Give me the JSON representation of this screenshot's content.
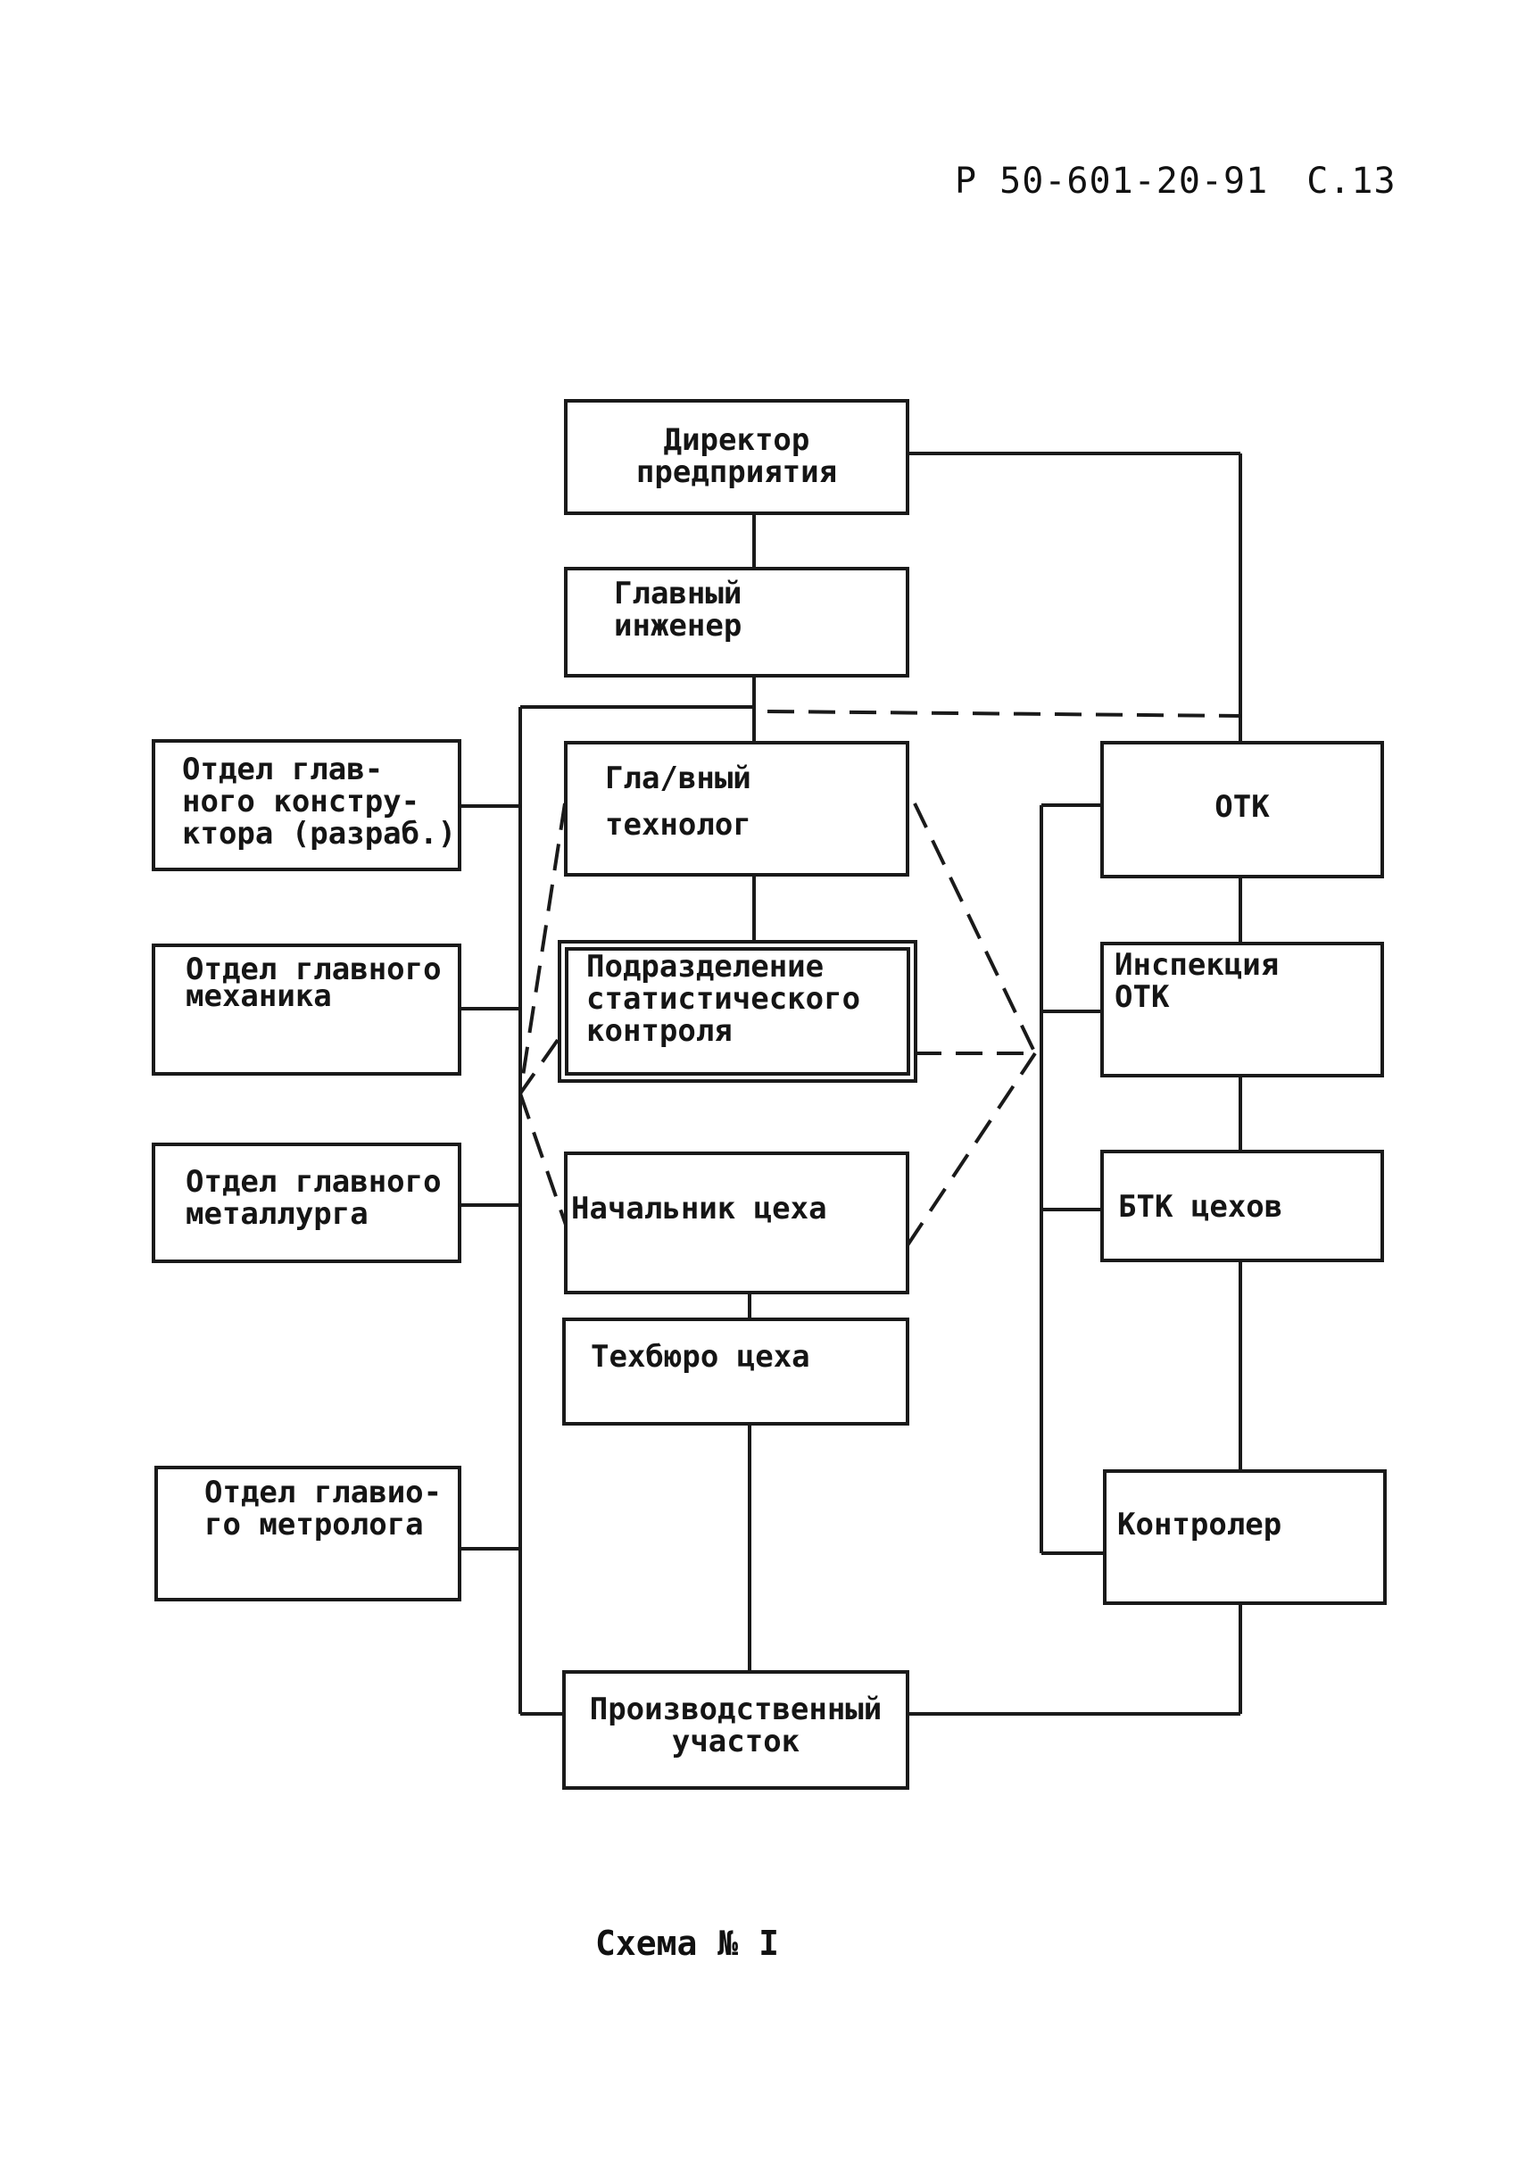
{
  "header": {
    "doc_id": "Р 50-601-20-91",
    "page": "С.13"
  },
  "caption": "Схема № I",
  "boxes": {
    "director": "Директор\nпредприятия",
    "chief_engineer": "Главный\nинженер",
    "chief_technologist": "Гла/вный\nтехнолог",
    "stat_control": "Подразделение\nстатистического\nконтроля",
    "shop_head": "Начальник цеха",
    "shop_tech_bureau": "Техбюро цеха",
    "production_site": "Производственный\nучасток",
    "chief_designer_dept": "Отдел глав-\nного констру-\nктора (разраб.)",
    "chief_mechanic_dept": "Отдел главного\nмеханика",
    "chief_metallurgist_dept": "Отдел главного\nметаллурга",
    "chief_metrologist_dept": "Отдел главио-\nго метролога",
    "otk": "ОТК",
    "otk_inspection": "Инспекция\nОТК",
    "btk_shops": "БТК цехов",
    "controller": "Контролер"
  }
}
